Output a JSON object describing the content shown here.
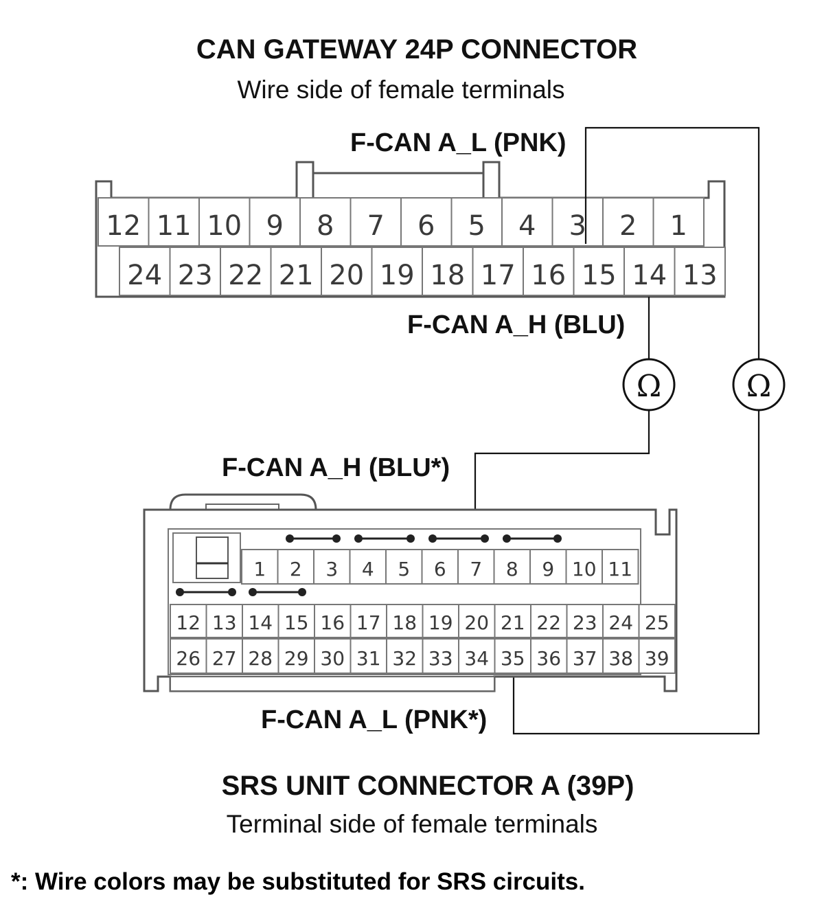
{
  "gateway_connector": {
    "title": "CAN GATEWAY 24P CONNECTOR",
    "subtitle": "Wire side of female terminals",
    "top_row_pins": [
      "12",
      "11",
      "10",
      "9",
      "8",
      "7",
      "6",
      "5",
      "4",
      "3",
      "2",
      "1"
    ],
    "bottom_row_pins": [
      "24",
      "23",
      "22",
      "21",
      "20",
      "19",
      "18",
      "17",
      "16",
      "15",
      "14",
      "13"
    ]
  },
  "srs_connector": {
    "title": "SRS UNIT CONNECTOR A (39P)",
    "subtitle": "Terminal side of female terminals",
    "row1_pins": [
      "1",
      "2",
      "3",
      "4",
      "5",
      "6",
      "7",
      "8",
      "9",
      "10",
      "11"
    ],
    "row2_pins": [
      "12",
      "13",
      "14",
      "15",
      "16",
      "17",
      "18",
      "19",
      "20",
      "21",
      "22",
      "23",
      "24",
      "25"
    ],
    "row3_pins": [
      "26",
      "27",
      "28",
      "29",
      "30",
      "31",
      "32",
      "33",
      "34",
      "35",
      "36",
      "37",
      "38",
      "39"
    ]
  },
  "wire_labels": {
    "gateway_low": "F-CAN A_L (PNK)",
    "gateway_high": "F-CAN A_H (BLU)",
    "srs_high": "F-CAN A_H (BLU*)",
    "srs_low": "F-CAN A_L (PNK*)"
  },
  "meters": [
    {
      "symbol": "Ω"
    },
    {
      "symbol": "Ω"
    }
  ],
  "footnote": "*: Wire colors may be substituted for SRS circuits."
}
